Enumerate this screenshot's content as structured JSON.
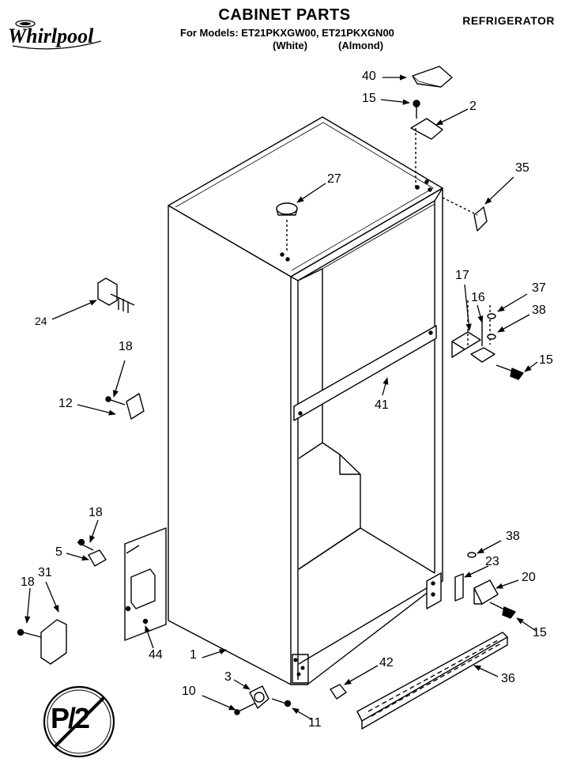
{
  "header": {
    "brand": "Whirlpool",
    "title": "CABINET PARTS",
    "models_line": "For Models: ET21PKXGW00, ET21PKXGN00",
    "variant_white": "(White)",
    "variant_almond": "(Almond)",
    "category": "REFRIGERATOR"
  },
  "stamp": "P/2",
  "callouts": [
    "40",
    "15",
    "2",
    "35",
    "27",
    "24",
    "17",
    "37",
    "16",
    "38",
    "18",
    "15",
    "12",
    "41",
    "18",
    "38",
    "5",
    "23",
    "31",
    "18",
    "20",
    "15",
    "44",
    "42",
    "1",
    "3",
    "36",
    "10",
    "11"
  ]
}
